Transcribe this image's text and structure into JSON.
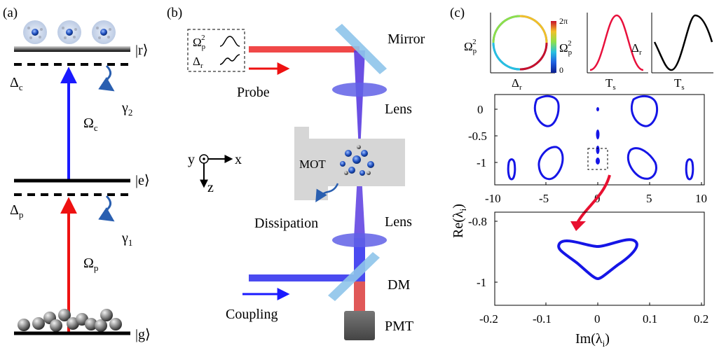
{
  "panel_a": {
    "label": "(a)",
    "state_r": "|r⟩",
    "state_e": "|e⟩",
    "state_g": "|g⟩",
    "delta_c": "Δ",
    "delta_c_sub": "c",
    "delta_p": "Δ",
    "delta_p_sub": "p",
    "omega_c": "Ω",
    "omega_c_sub": "c",
    "omega_p": "Ω",
    "omega_p_sub": "p",
    "gamma2": "γ",
    "gamma2_sub": "2",
    "gamma1": "γ",
    "gamma1_sub": "1",
    "colors": {
      "coupling": "#1a1aff",
      "probe": "#ee1111",
      "decay": "#2a5fb0"
    }
  },
  "panel_b": {
    "label": "(b)",
    "box_omega": "Ω",
    "box_omega_sub": "p",
    "box_omega_sup": "2",
    "box_delta": "Δ",
    "box_delta_sub": "r",
    "probe": "Probe",
    "mirror": "Mirror",
    "lens_top": "Lens",
    "lens_bottom": "Lens",
    "mot": "MOT",
    "dissipation": "Dissipation",
    "dm": "DM",
    "coupling": "Coupling",
    "pmt": "PMT",
    "axis_y": "y",
    "axis_x": "x",
    "axis_z": "z",
    "colors": {
      "probe_beam": "#f04848",
      "coupling_beam": "#4a4af0",
      "mirror": "#8ec4ea",
      "chamber": "#d6d6d6"
    }
  },
  "panel_c": {
    "label": "(c)",
    "inset1_ylabel": "Ω",
    "inset1_ylabel_sub": "p",
    "inset1_ylabel_sup": "2",
    "inset1_xlabel": "Δ",
    "inset1_xlabel_sub": "r",
    "cbar_top": "2π",
    "cbar_bottom": "0",
    "cbar_label": "Ω",
    "cbar_label_sub": "p",
    "cbar_label_sup": "2",
    "inset2_xlabel": "T",
    "inset2_xlabel_sub": "s",
    "inset3_ylabel": "Δ",
    "inset3_ylabel_sub": "r",
    "inset3_xlabel": "T",
    "inset3_xlabel_sub": "s",
    "main_ylabel": "Re(λ",
    "main_ylabel_sub": "i",
    "main_ylabel_end": ")",
    "zoom_xlabel": "Im(λ",
    "zoom_xlabel_sub": "i",
    "zoom_xlabel_end": ")",
    "main_yticks": [
      "0",
      "-0.5",
      "-1"
    ],
    "main_xticks": [
      "-10",
      "-5",
      "0",
      "5",
      "10"
    ],
    "zoom_yticks": [
      "-0.8",
      "-1"
    ],
    "zoom_xticks": [
      "-0.2",
      "-0.1",
      "0",
      "0.1",
      "0.2"
    ],
    "colors": {
      "loops": "#1515e6",
      "inset2_curve": "#e8103c",
      "zoom_arrow": "#e81030"
    }
  }
}
